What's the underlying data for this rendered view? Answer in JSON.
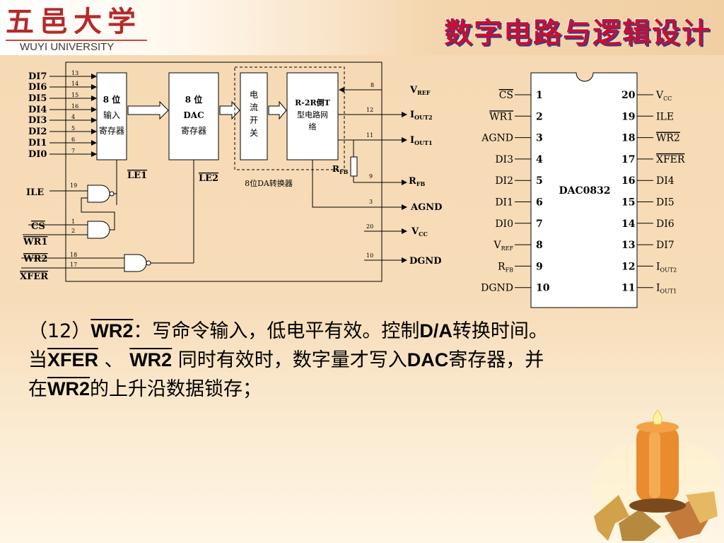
{
  "header": {
    "logo_cn": "五邑大学",
    "logo_en": "WUYI UNIVERSITY",
    "title": "数字电路与逻辑设计"
  },
  "block_diagram": {
    "inputs": [
      "DI7",
      "DI6",
      "DI5",
      "DI4",
      "DI3",
      "DI2",
      "DI1",
      "DI0"
    ],
    "input_pins": [
      "13",
      "14",
      "15",
      "16",
      "4",
      "5",
      "6",
      "7"
    ],
    "input_register": [
      "8 位",
      "输入",
      "寄存器"
    ],
    "dac_register": [
      "8 位",
      "DAC",
      "寄存器"
    ],
    "current_switch": [
      "电",
      "流",
      "开",
      "关"
    ],
    "r2r_network": [
      "R-2R倒T",
      "型电路网",
      "络"
    ],
    "converter_label": "8位DA转换器",
    "le1": "LE1",
    "le2": "LE2",
    "rfb_internal": "R",
    "rfb_internal_sub": "FB",
    "outputs": [
      {
        "pin": "8",
        "name": "V",
        "sub": "REF"
      },
      {
        "pin": "12",
        "name": "I",
        "sub": "OUT2"
      },
      {
        "pin": "11",
        "name": "I",
        "sub": "OUT1"
      },
      {
        "pin": "9",
        "name": "R",
        "sub": "FB"
      },
      {
        "pin": "3",
        "name": "AGND",
        "sub": ""
      },
      {
        "pin": "20",
        "name": "V",
        "sub": "CC"
      },
      {
        "pin": "10",
        "name": "DGND",
        "sub": ""
      }
    ],
    "control": {
      "ile": "ILE",
      "ile_pin": "19",
      "cs": "CS",
      "cs_pin": "1",
      "wr1": "WR1",
      "wr1_pin": "2",
      "wr2": "WR2",
      "wr2_pin": "18",
      "xfer": "XFER",
      "xfer_pin": "17"
    }
  },
  "chip": {
    "name": "DAC0832",
    "left_pins": [
      {
        "num": "1",
        "label": "CS",
        "bar": true
      },
      {
        "num": "2",
        "label": "WR1",
        "bar": true
      },
      {
        "num": "3",
        "label": "AGND",
        "bar": false
      },
      {
        "num": "4",
        "label": "DI3",
        "bar": false
      },
      {
        "num": "5",
        "label": "DI2",
        "bar": false
      },
      {
        "num": "6",
        "label": "DI1",
        "bar": false
      },
      {
        "num": "7",
        "label": "DI0",
        "bar": false
      },
      {
        "num": "8",
        "label": "V",
        "sub": "REF",
        "bar": false
      },
      {
        "num": "9",
        "label": "R",
        "sub": "FB",
        "bar": false
      },
      {
        "num": "10",
        "label": "DGND",
        "bar": false
      }
    ],
    "right_pins": [
      {
        "num": "20",
        "label": "V",
        "sub": "CC",
        "bar": false
      },
      {
        "num": "19",
        "label": "ILE",
        "bar": false
      },
      {
        "num": "18",
        "label": "WR2",
        "bar": true
      },
      {
        "num": "17",
        "label": "XFER",
        "bar": true
      },
      {
        "num": "16",
        "label": "DI4",
        "bar": false
      },
      {
        "num": "15",
        "label": "DI5",
        "bar": false
      },
      {
        "num": "14",
        "label": "DI6",
        "bar": false
      },
      {
        "num": "13",
        "label": "DI7",
        "bar": false
      },
      {
        "num": "12",
        "label": "I",
        "sub": "OUT2",
        "bar": false
      },
      {
        "num": "11",
        "label": "I",
        "sub": "OUT1",
        "bar": false
      }
    ]
  },
  "description": {
    "l1_a": "（12）",
    "l1_b": "WR2",
    "l1_c": "：写命令输入，低电平有效。控制",
    "l1_d": "D/A",
    "l1_e": "转换时间。",
    "l2_a": "当",
    "l2_b": "XFER",
    "l2_c": " 、 ",
    "l2_d": "WR2",
    "l2_e": " 同时有效时，数字量才写入",
    "l2_f": "DAC",
    "l2_g": "寄存器，并",
    "l3_a": "在",
    "l3_b": "WR2",
    "l3_c": "的上升沿数据锁存；"
  }
}
